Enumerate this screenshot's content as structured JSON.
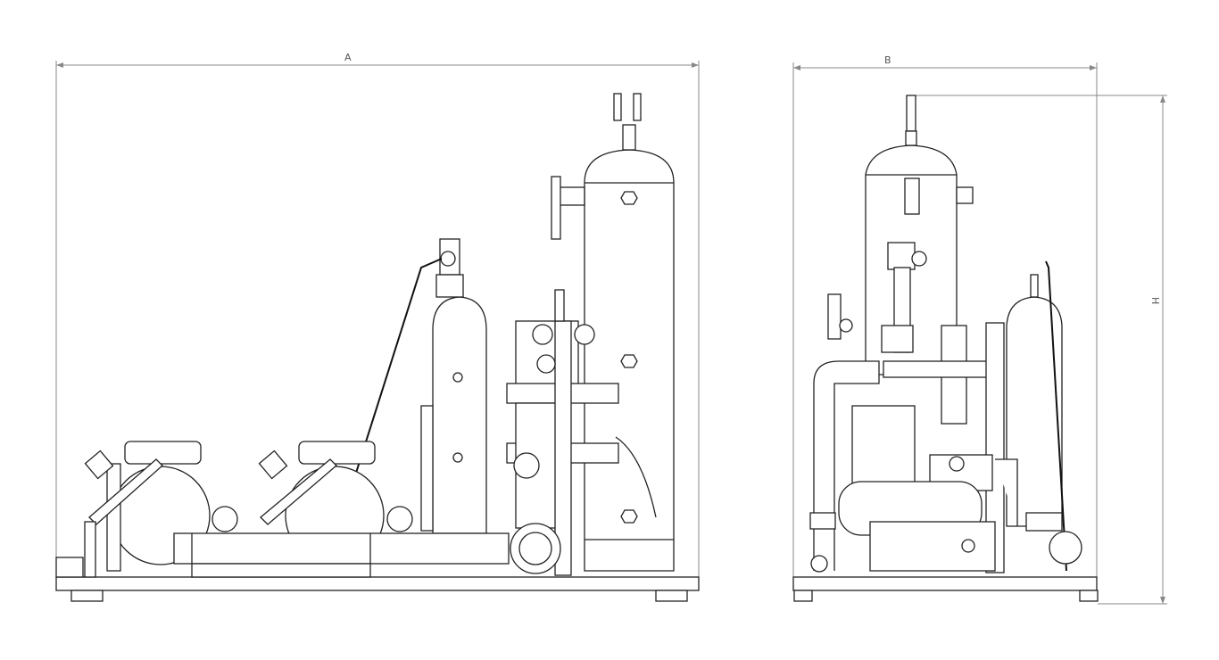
{
  "drawing": {
    "front_view": {
      "dimension_label": "A"
    },
    "side_view": {
      "width_dimension_label": "B",
      "height_dimension_label": "H"
    }
  },
  "colors": {
    "line": "#222222",
    "dimension": "#888888",
    "background": "#ffffff"
  }
}
